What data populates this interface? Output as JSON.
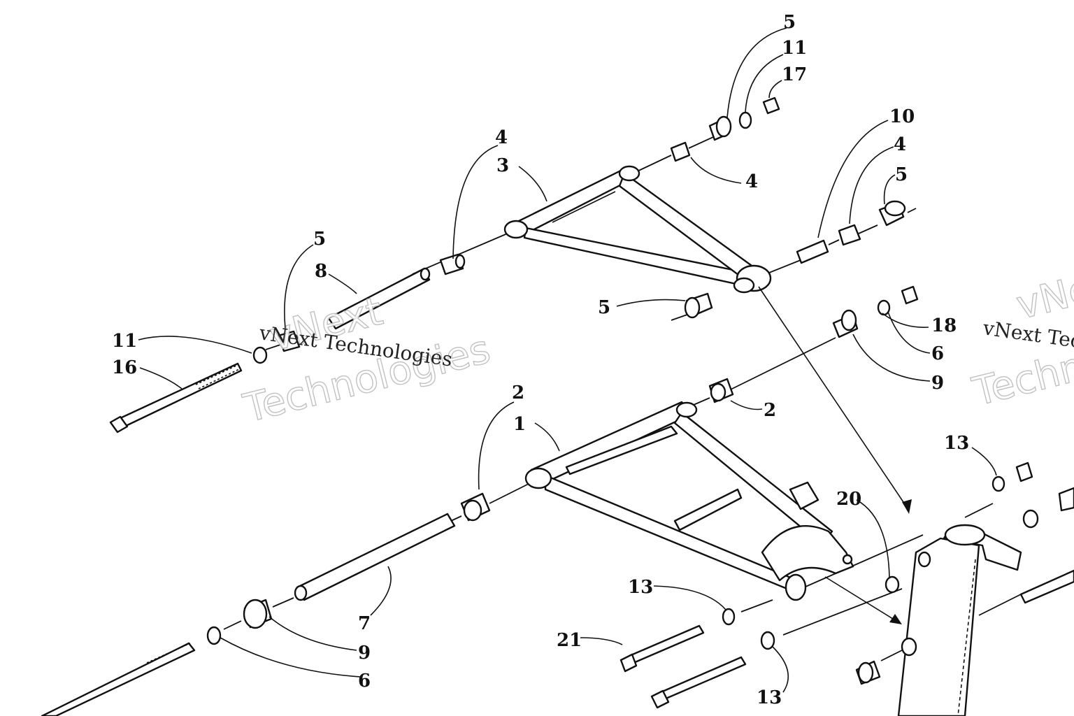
{
  "callouts": {
    "c5_top": "5",
    "c11_top": "11",
    "c17": "17",
    "c10": "10",
    "c4_a": "4",
    "c3": "3",
    "c4_b": "4",
    "c4_c": "4",
    "c5_right": "5",
    "c5_left": "5",
    "c8": "8",
    "c5_mid": "5",
    "c11_left": "11",
    "c16": "16",
    "c18": "18",
    "c6_right": "6",
    "c9_right": "9",
    "c2_left": "2",
    "c1": "1",
    "c2_right": "2",
    "c13_right": "13",
    "c20": "20",
    "c13_mid": "13",
    "c21": "21",
    "c7": "7",
    "c9_left": "9",
    "c6_left": "6",
    "c13_bottom": "13"
  },
  "watermark": {
    "line1": "vNext",
    "line2": "Technologies",
    "caption": "vNext Technologies"
  }
}
